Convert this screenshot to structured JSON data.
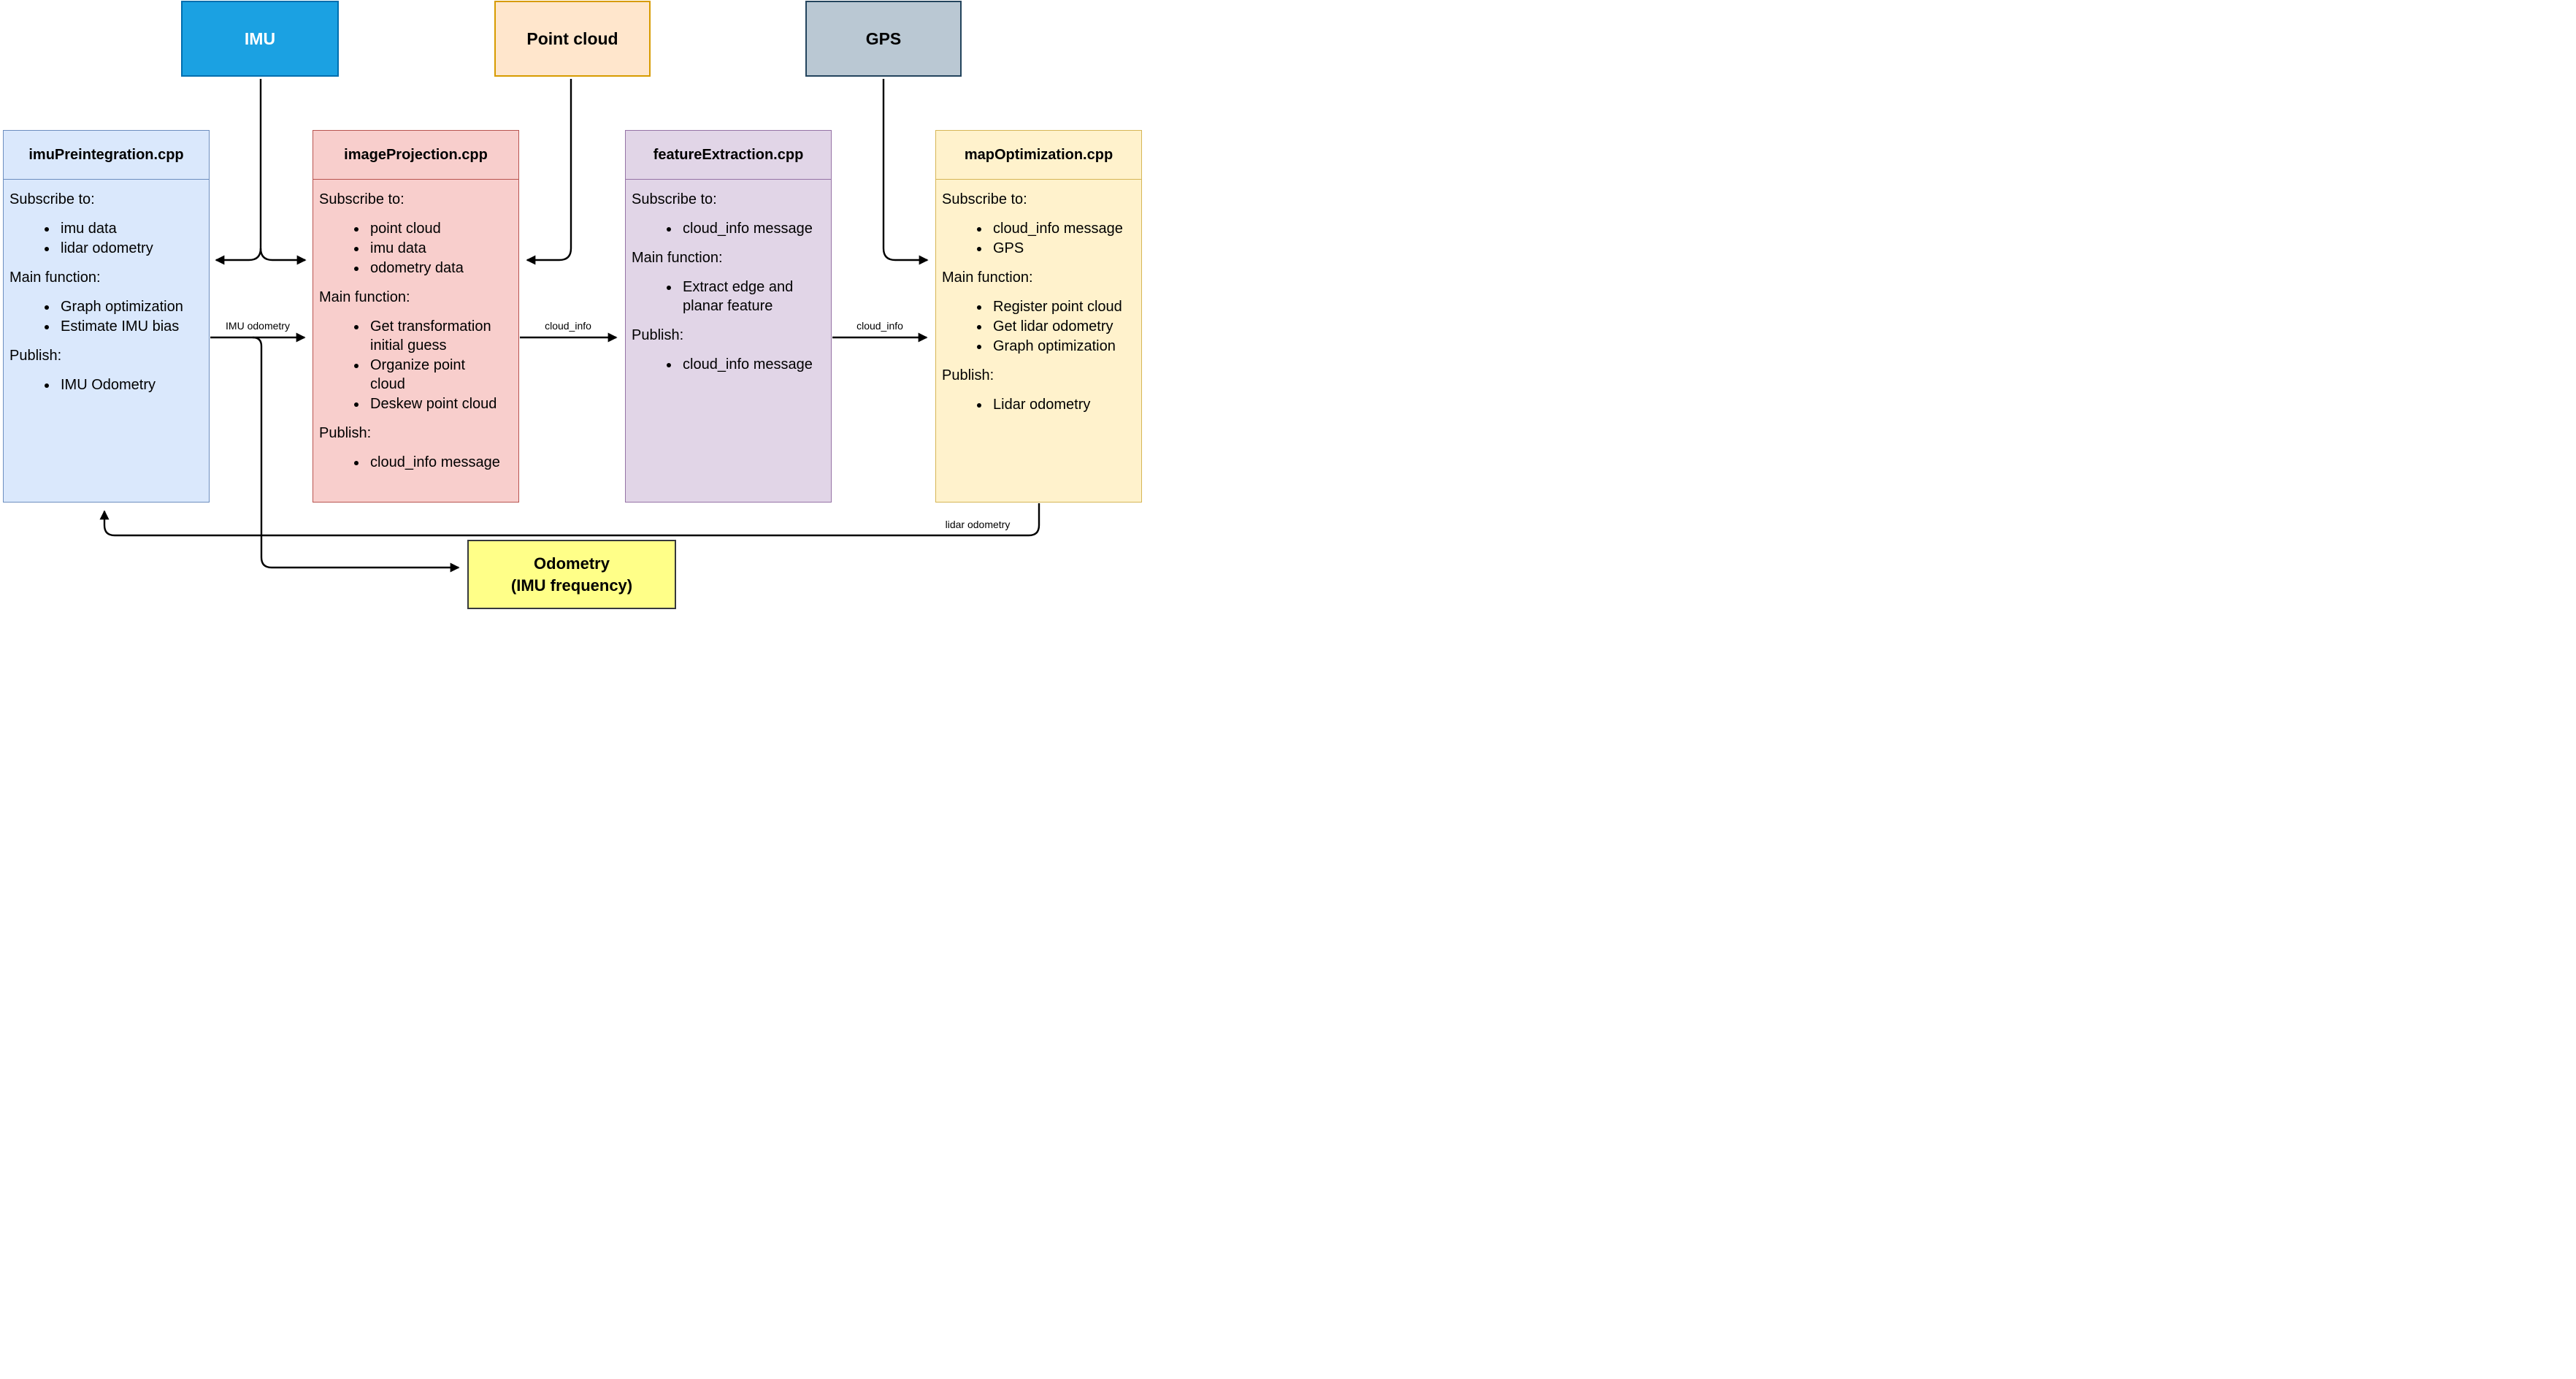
{
  "sources": [
    {
      "label": "IMU"
    },
    {
      "label": "Point cloud"
    },
    {
      "label": "GPS"
    }
  ],
  "headings": {
    "subscribe": "Subscribe to:",
    "main": "Main function:",
    "publish": "Publish:"
  },
  "modules": [
    {
      "title": "imuPreintegration.cpp",
      "subscribe": [
        "imu data",
        "lidar odometry"
      ],
      "main": [
        "Graph optimization",
        "Estimate IMU bias"
      ],
      "publish": [
        "IMU Odometry"
      ]
    },
    {
      "title": "imageProjection.cpp",
      "subscribe": [
        "point cloud",
        "imu data",
        "odometry data"
      ],
      "main": [
        "Get transformation initial guess",
        "Organize point cloud",
        "Deskew point cloud"
      ],
      "publish": [
        "cloud_info message"
      ]
    },
    {
      "title": "featureExtraction.cpp",
      "subscribe": [
        "cloud_info message"
      ],
      "main": [
        "Extract edge and planar feature"
      ],
      "publish": [
        "cloud_info message"
      ]
    },
    {
      "title": "mapOptimization.cpp",
      "subscribe": [
        "cloud_info message",
        "GPS"
      ],
      "main": [
        "Register point cloud",
        "Get lidar odometry",
        "Graph optimization"
      ],
      "publish": [
        "Lidar odometry"
      ]
    }
  ],
  "output": {
    "line1": "Odometry",
    "line2": "(IMU frequency)"
  },
  "edge_labels": {
    "imu_odometry": "IMU odometry",
    "cloud_info_1": "cloud_info",
    "cloud_info_2": "cloud_info",
    "lidar_odometry": "lidar odometry"
  },
  "colors": {
    "imu_fill": "#1ba1e2",
    "imu_border": "#006eaf",
    "pointcloud_fill": "#ffe6cc",
    "pointcloud_border": "#d79b00",
    "gps_fill": "#bac8d3",
    "gps_border": "#23445d",
    "imupreintegration_fill": "#dae8fc",
    "imupreintegration_border": "#6c8ebf",
    "imageprojection_fill": "#f8cecc",
    "imageprojection_border": "#b85450",
    "featureextraction_fill": "#e1d5e7",
    "featureextraction_border": "#9673a6",
    "mapoptimization_fill": "#fff2cc",
    "mapoptimization_border": "#d6b656",
    "odometry_fill": "#ffff88",
    "odometry_border": "#36393d",
    "edge": "#000000"
  }
}
